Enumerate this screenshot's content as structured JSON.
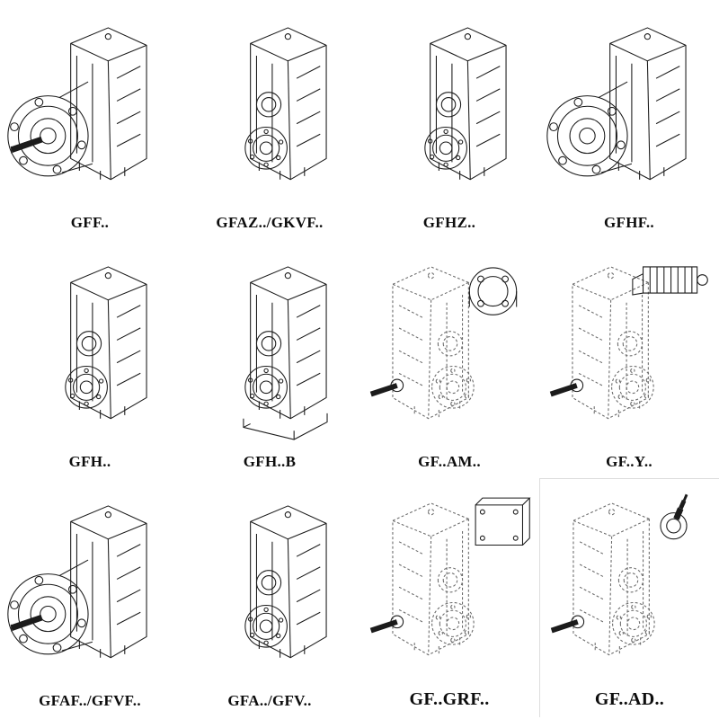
{
  "page": {
    "background": "#ffffff",
    "ink": "#1b1b1b",
    "ghost_ink": "#6a6a6a"
  },
  "cells": [
    {
      "label": "GFF..",
      "drawing": "gearbox-output-flange-with-shaft"
    },
    {
      "label": "GFAZ../GKVF..",
      "drawing": "gearbox-hollow-shaft-face"
    },
    {
      "label": "GFHZ..",
      "drawing": "gearbox-hollow-shaft-face"
    },
    {
      "label": "GFHF..",
      "drawing": "gearbox-hollow-with-flange"
    },
    {
      "label": "GFH..",
      "drawing": "gearbox-hollow-shaft-face"
    },
    {
      "label": "GFH..B",
      "drawing": "gearbox-hollow-shaft-face-foot-mounted"
    },
    {
      "label": "GF..AM..",
      "drawing": "gearbox-ghost-with-motor-adapter-flange"
    },
    {
      "label": "GF..Y..",
      "drawing": "gearbox-ghost-with-mounted-motor"
    },
    {
      "label": "GFAF../GFVF..",
      "drawing": "gearbox-output-flange-with-shaft"
    },
    {
      "label": "GFA../GFV..",
      "drawing": "gearbox-hollow-shaft-face"
    },
    {
      "label": "GF..GRF..",
      "drawing": "gearbox-ghost-with-cover-block"
    },
    {
      "label": "GF..AD..",
      "drawing": "gearbox-ghost-with-input-shaft-adapter"
    }
  ]
}
